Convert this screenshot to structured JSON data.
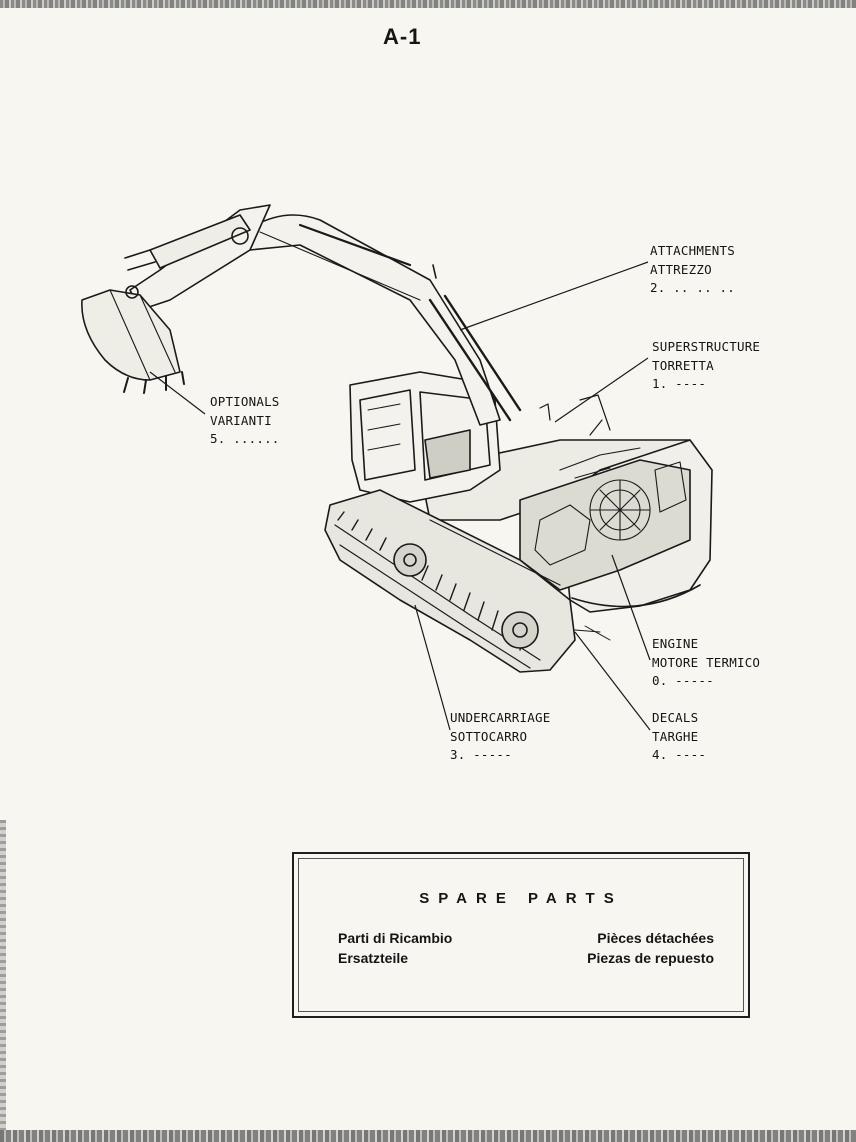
{
  "page_code": "A-1",
  "callouts": {
    "attachments": {
      "en": "ATTACHMENTS",
      "it": "ATTREZZO",
      "code": "2. .. .. .."
    },
    "superstructure": {
      "en": "SUPERSTRUCTURE",
      "it": "TORRETTA",
      "code": "1. ----"
    },
    "optionals": {
      "en": "OPTIONALS",
      "it": "VARIANTI",
      "code": "5. ......"
    },
    "engine": {
      "en": "ENGINE",
      "it": "MOTORE TERMICO",
      "code": "0. -----"
    },
    "undercarriage": {
      "en": "UNDERCARRIAGE",
      "it": "SOTTOCARRO",
      "code": "3. -----"
    },
    "decals": {
      "en": "DECALS",
      "it": "TARGHE",
      "code": "4. ----"
    }
  },
  "spare_parts": {
    "title": "SPARE PARTS",
    "it": "Parti di Ricambio",
    "de": "Ersatzteile",
    "fr": "Pièces détachées",
    "es": "Piezas de repuesto"
  }
}
